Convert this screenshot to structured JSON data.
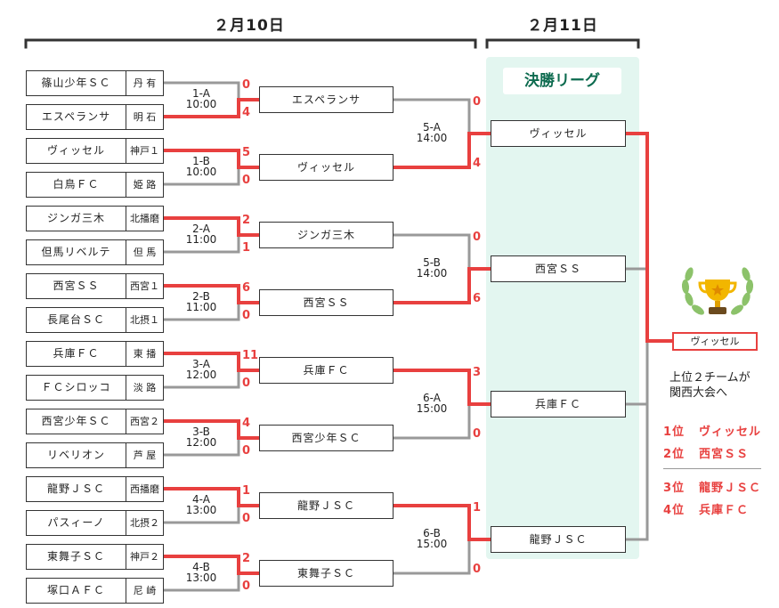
{
  "headers": {
    "day1": "２月10日",
    "day2": "２月11日"
  },
  "league_title": "決勝リーグ",
  "teams": [
    {
      "name": "篠山少年ＳＣ",
      "pref": "丹 有"
    },
    {
      "name": "エスペランサ",
      "pref": "明 石"
    },
    {
      "name": "ヴィッセル",
      "pref": "神戸１"
    },
    {
      "name": "白鳥ＦＣ",
      "pref": "姫 路"
    },
    {
      "name": "ジンガ三木",
      "pref": "北播磨"
    },
    {
      "name": "但馬リベルテ",
      "pref": "但 馬"
    },
    {
      "name": "西宮ＳＳ",
      "pref": "西宮１"
    },
    {
      "name": "長尾台ＳＣ",
      "pref": "北摂１"
    },
    {
      "name": "兵庫ＦＣ",
      "pref": "東 播"
    },
    {
      "name": "ＦＣシロッコ",
      "pref": "淡 路"
    },
    {
      "name": "西宮少年ＳＣ",
      "pref": "西宮２"
    },
    {
      "name": "リベリオン",
      "pref": "芦 屋"
    },
    {
      "name": "龍野ＪＳＣ",
      "pref": "西播磨"
    },
    {
      "name": "パスィーノ",
      "pref": "北摂２"
    },
    {
      "name": "東舞子ＳＣ",
      "pref": "神戸２"
    },
    {
      "name": "塚口ＡＦＣ",
      "pref": "尼 崎"
    }
  ],
  "round1": [
    {
      "id": "1-A",
      "time": "10:00",
      "scores": [
        "0",
        "4"
      ],
      "winner": 1,
      "advance": "エスペランサ"
    },
    {
      "id": "1-B",
      "time": "10:00",
      "scores": [
        "5",
        "0"
      ],
      "winner": 0,
      "advance": "ヴィッセル"
    },
    {
      "id": "2-A",
      "time": "11:00",
      "scores": [
        "2",
        "1"
      ],
      "winner": 0,
      "advance": "ジンガ三木"
    },
    {
      "id": "2-B",
      "time": "11:00",
      "scores": [
        "6",
        "0"
      ],
      "winner": 0,
      "advance": "西宮ＳＳ"
    },
    {
      "id": "3-A",
      "time": "12:00",
      "scores": [
        "11",
        "0"
      ],
      "winner": 0,
      "advance": "兵庫ＦＣ"
    },
    {
      "id": "3-B",
      "time": "12:00",
      "scores": [
        "4",
        "0"
      ],
      "winner": 0,
      "advance": "西宮少年ＳＣ"
    },
    {
      "id": "4-A",
      "time": "13:00",
      "scores": [
        "1",
        "0"
      ],
      "winner": 0,
      "advance": "龍野ＪＳＣ"
    },
    {
      "id": "4-B",
      "time": "13:00",
      "scores": [
        "2",
        "0"
      ],
      "winner": 0,
      "advance": "東舞子ＳＣ"
    }
  ],
  "round2": [
    {
      "id": "5-A",
      "time": "14:00",
      "scores": [
        "0",
        "4"
      ],
      "winner": 1,
      "advance": "ヴィッセル"
    },
    {
      "id": "5-B",
      "time": "14:00",
      "scores": [
        "0",
        "6"
      ],
      "winner": 1,
      "advance": "西宮ＳＳ"
    },
    {
      "id": "6-A",
      "time": "15:00",
      "scores": [
        "3",
        "0"
      ],
      "winner": 0,
      "advance": "兵庫ＦＣ"
    },
    {
      "id": "6-B",
      "time": "15:00",
      "scores": [
        "1",
        "0"
      ],
      "winner": 0,
      "advance": "龍野ＪＳＣ"
    }
  ],
  "champion": "ヴィッセル",
  "note": [
    "上位２チームが",
    "関西大会へ"
  ],
  "rankings": [
    {
      "place": "1位",
      "team": "ヴィッセル"
    },
    {
      "place": "2位",
      "team": "西宮ＳＳ"
    },
    {
      "place": "3位",
      "team": "龍野ＪＳＣ"
    },
    {
      "place": "4位",
      "team": "兵庫ＦＣ"
    }
  ],
  "colors": {
    "win": "#e8403f",
    "lose": "#999999",
    "panel": "#e3f6f0",
    "title": "#0d6b4f"
  }
}
